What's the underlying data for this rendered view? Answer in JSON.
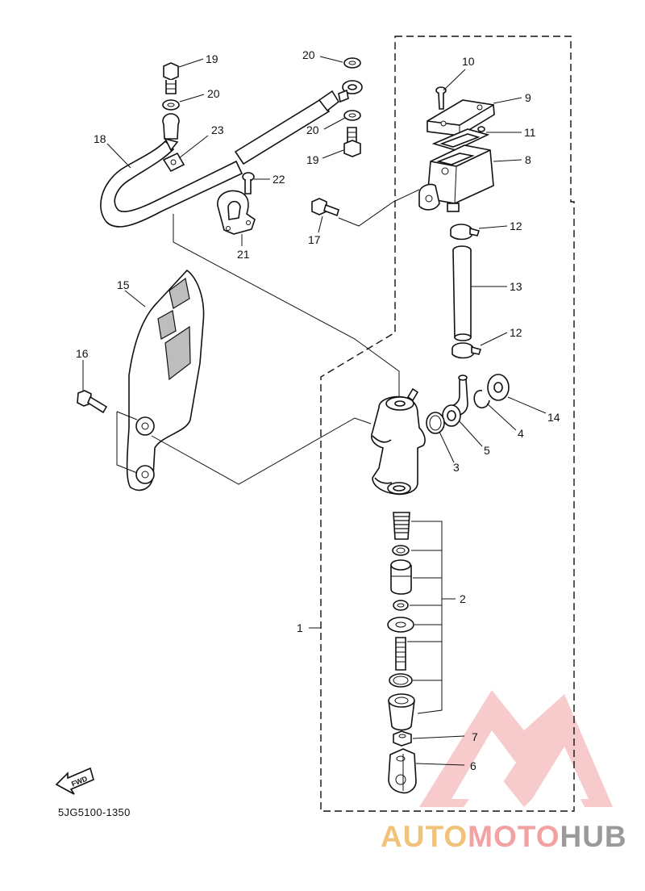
{
  "diagram_code": "5JG5100-1350",
  "fwd_label": "FWD",
  "watermark": {
    "part1": "AUTO",
    "part2": "MOTO",
    "part3": "HUB"
  },
  "callouts": {
    "c1": "1",
    "c2": "2",
    "c3": "3",
    "c4": "4",
    "c5": "5",
    "c6": "6",
    "c7": "7",
    "c8": "8",
    "c9": "9",
    "c10": "10",
    "c11": "11",
    "c12a": "12",
    "c12b": "12",
    "c13": "13",
    "c14": "14",
    "c15": "15",
    "c16": "16",
    "c17": "17",
    "c18": "18",
    "c19a": "19",
    "c19b": "19",
    "c20a": "20",
    "c20b": "20",
    "c20c": "20",
    "c21": "21",
    "c22": "22",
    "c23": "23"
  },
  "colors": {
    "line": "#111111",
    "watermark_triangle": "#f2a2a2",
    "watermark_auto": "#f0c27a",
    "watermark_hub": "#9a9a9a"
  }
}
